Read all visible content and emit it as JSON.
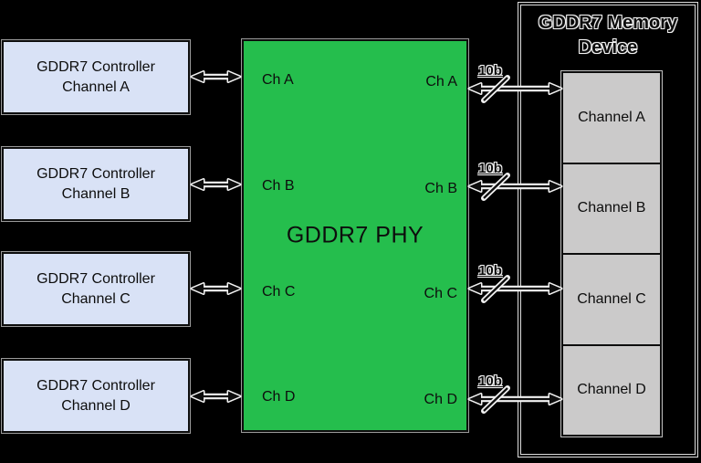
{
  "colors": {
    "background": "#000000",
    "controller_fill": "#D9E2F6",
    "phy_fill": "#25BE4D",
    "memory_channel_fill": "#CBCACA",
    "line": "#0D0D0D"
  },
  "controllers": [
    {
      "line1": "GDDR7 Controller",
      "line2": "Channel A"
    },
    {
      "line1": "GDDR7 Controller",
      "line2": "Channel B"
    },
    {
      "line1": "GDDR7 Controller",
      "line2": "Channel C"
    },
    {
      "line1": "GDDR7 Controller",
      "line2": "Channel D"
    }
  ],
  "phy": {
    "title": "GDDR7 PHY",
    "left_ports": [
      "Ch A",
      "Ch B",
      "Ch C",
      "Ch D"
    ],
    "right_ports": [
      "Ch A",
      "Ch B",
      "Ch C",
      "Ch D"
    ]
  },
  "memory_device": {
    "title_line1": "GDDR7 Memory",
    "title_line2": "Device",
    "channels": [
      "Channel A",
      "Channel B",
      "Channel C",
      "Channel D"
    ]
  },
  "bus": {
    "width_label": "10b"
  }
}
